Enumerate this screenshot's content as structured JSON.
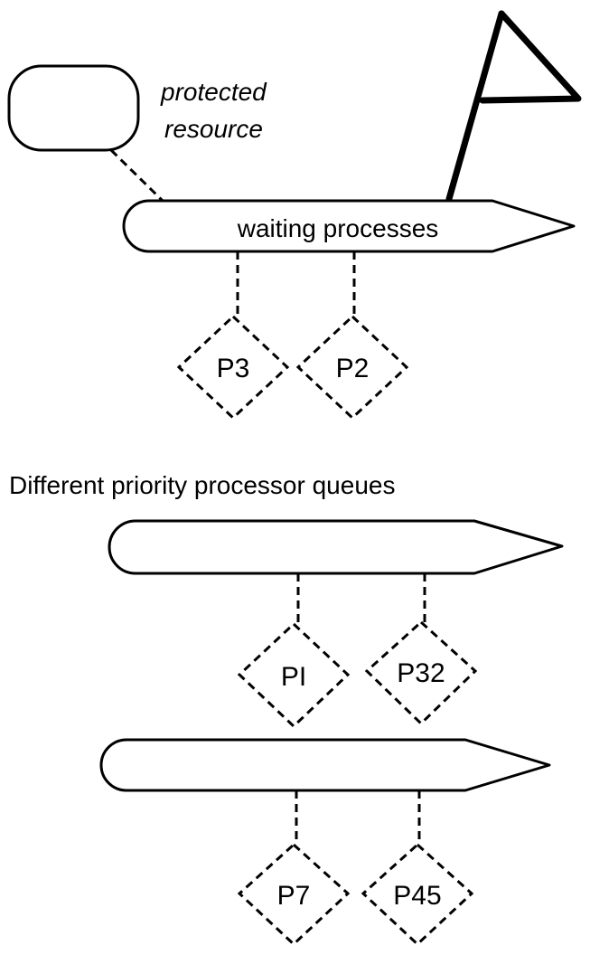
{
  "resource": {
    "line1": "protected",
    "line2": "resource"
  },
  "queues": [
    {
      "label": "waiting processes",
      "processes": [
        "P3",
        "P2"
      ]
    },
    {
      "label": "",
      "processes": [
        "PI",
        "P32"
      ]
    },
    {
      "label": "",
      "processes": [
        "P7",
        "P45"
      ]
    }
  ],
  "section_title": "Different priority processor queues"
}
